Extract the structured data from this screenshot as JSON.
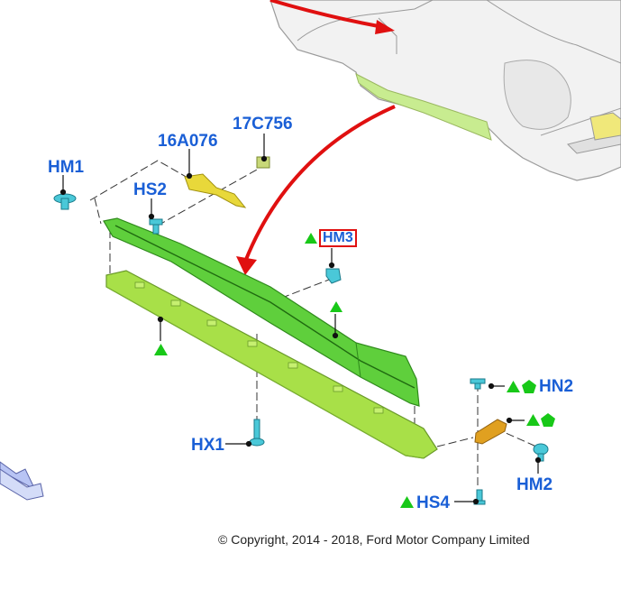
{
  "colors": {
    "callout_text": "#1a5fd6",
    "green_part": "#5fcf3c",
    "yellow_green_part": "#a8e048",
    "yellow_bracket": "#e8d83a",
    "orange_bracket": "#e0a020",
    "fastener": "#4ac8d8",
    "red_arrow": "#e01010",
    "marker_green": "#18c818",
    "nav_arrow": "#b8c4f4"
  },
  "callouts": {
    "hm1": "HM1",
    "c16a076": "16A076",
    "c17c756": "17C756",
    "hs2": "HS2",
    "hm3": "HM3",
    "hn2": "HN2",
    "hx1": "HX1",
    "hm2": "HM2",
    "hs4": "HS4"
  },
  "icons": {
    "triangle": "green-triangle-marker",
    "pentagon": "green-pentagon-marker"
  },
  "footer": {
    "copyright": "© Copyright, 2014 - 2018, Ford Motor Company Limited"
  }
}
